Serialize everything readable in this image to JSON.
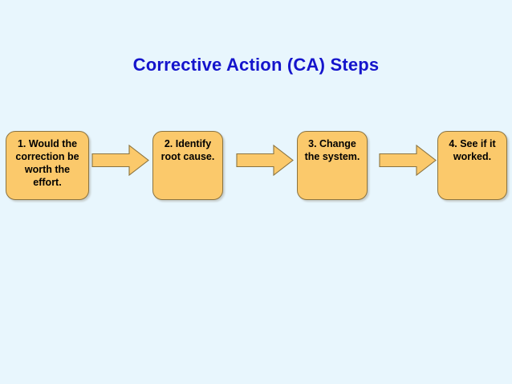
{
  "slide": {
    "title": "Corrective Action (CA) Steps",
    "background_color": "#e8f6fd",
    "title_color": "#1414cc",
    "box_fill_color": "#fbc96b",
    "box_border_color": "#8a7340",
    "arrow_fill_color": "#fbc96b",
    "arrow_border_color": "#8a7340"
  },
  "steps": [
    {
      "label": "1. Would the\ncorrection be\nworth the\neffort."
    },
    {
      "label": "2. Identify\nroot cause."
    },
    {
      "label": "3. Change\nthe system."
    },
    {
      "label": "4. See if it\nworked."
    }
  ],
  "connectors": [
    {
      "name": "arrow-step-1-to-2"
    },
    {
      "name": "arrow-step-2-to-3"
    },
    {
      "name": "arrow-step-3-to-4"
    }
  ]
}
